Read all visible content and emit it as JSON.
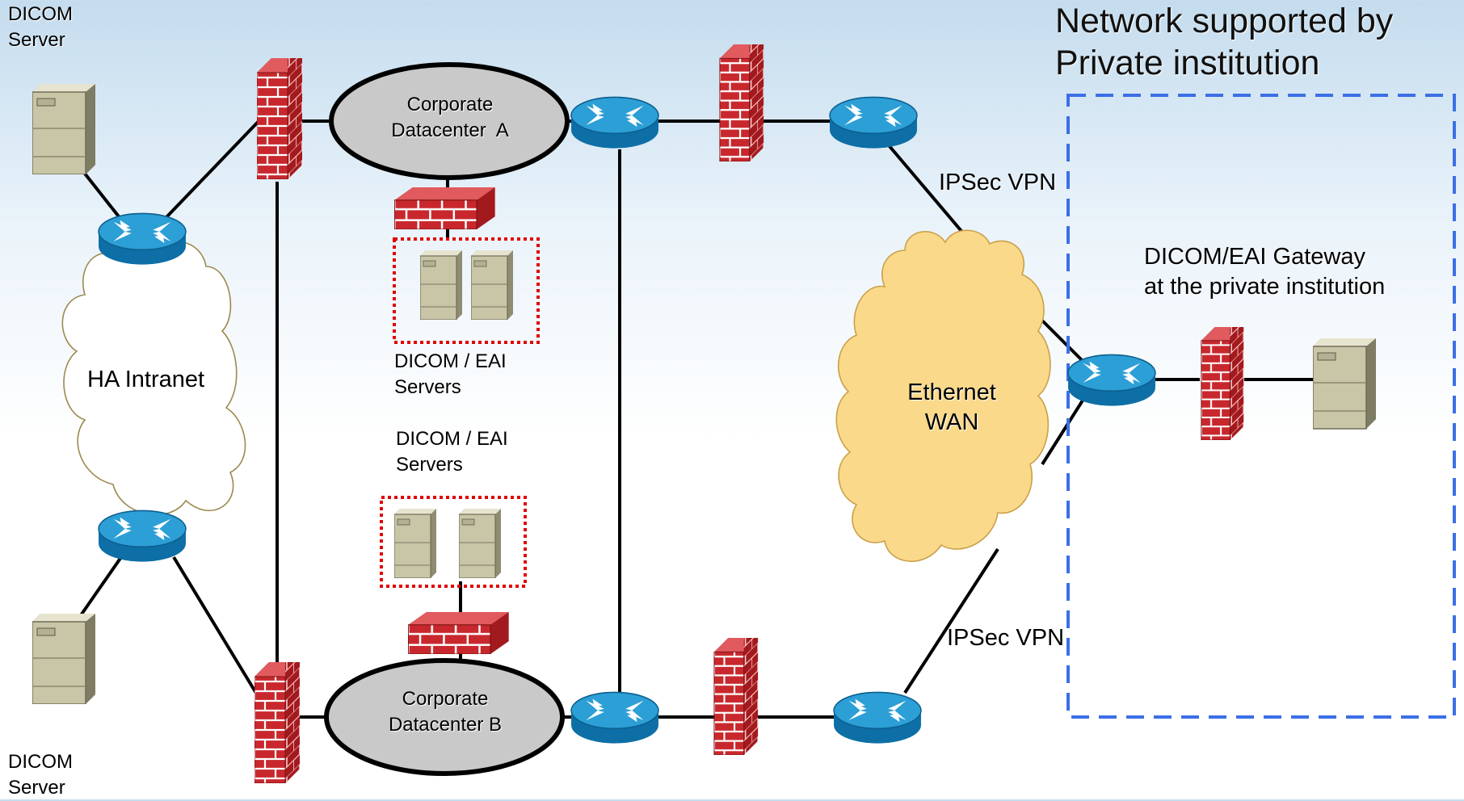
{
  "title": {
    "line1": "Network supported by",
    "line2": "Private institution"
  },
  "labels": {
    "dicom_server_top": [
      "DICOM",
      "Server"
    ],
    "dicom_server_bottom": [
      "DICOM",
      "Server"
    ],
    "ha_intranet": "HA Intranet",
    "datacenter_a": [
      "Corporate",
      "Datacenter  A"
    ],
    "datacenter_b": [
      "Corporate",
      "Datacenter B"
    ],
    "servers_a": [
      "DICOM / EAI",
      "Servers"
    ],
    "servers_b": [
      "DICOM / EAI",
      "Servers"
    ],
    "ipsec_top": "IPSec VPN",
    "ipsec_bottom": "IPSec VPN",
    "ethernet_wan": [
      "Ethernet",
      "WAN"
    ],
    "gateway": [
      "DICOM/EAI Gateway",
      "at the private institution"
    ]
  },
  "colors": {
    "firewall_red": "#c8282d",
    "router_blue": "#1d8bc4",
    "ellipse_gray": "#c9c9c9",
    "wan_cloud": "#fbd98a",
    "dashed_blue": "#3b6fe6",
    "dotted_red": "#e00000",
    "server_beige": "#c9c6a8"
  },
  "icons": [
    "server-icon",
    "router-icon",
    "firewall-icon",
    "cloud-icon"
  ]
}
